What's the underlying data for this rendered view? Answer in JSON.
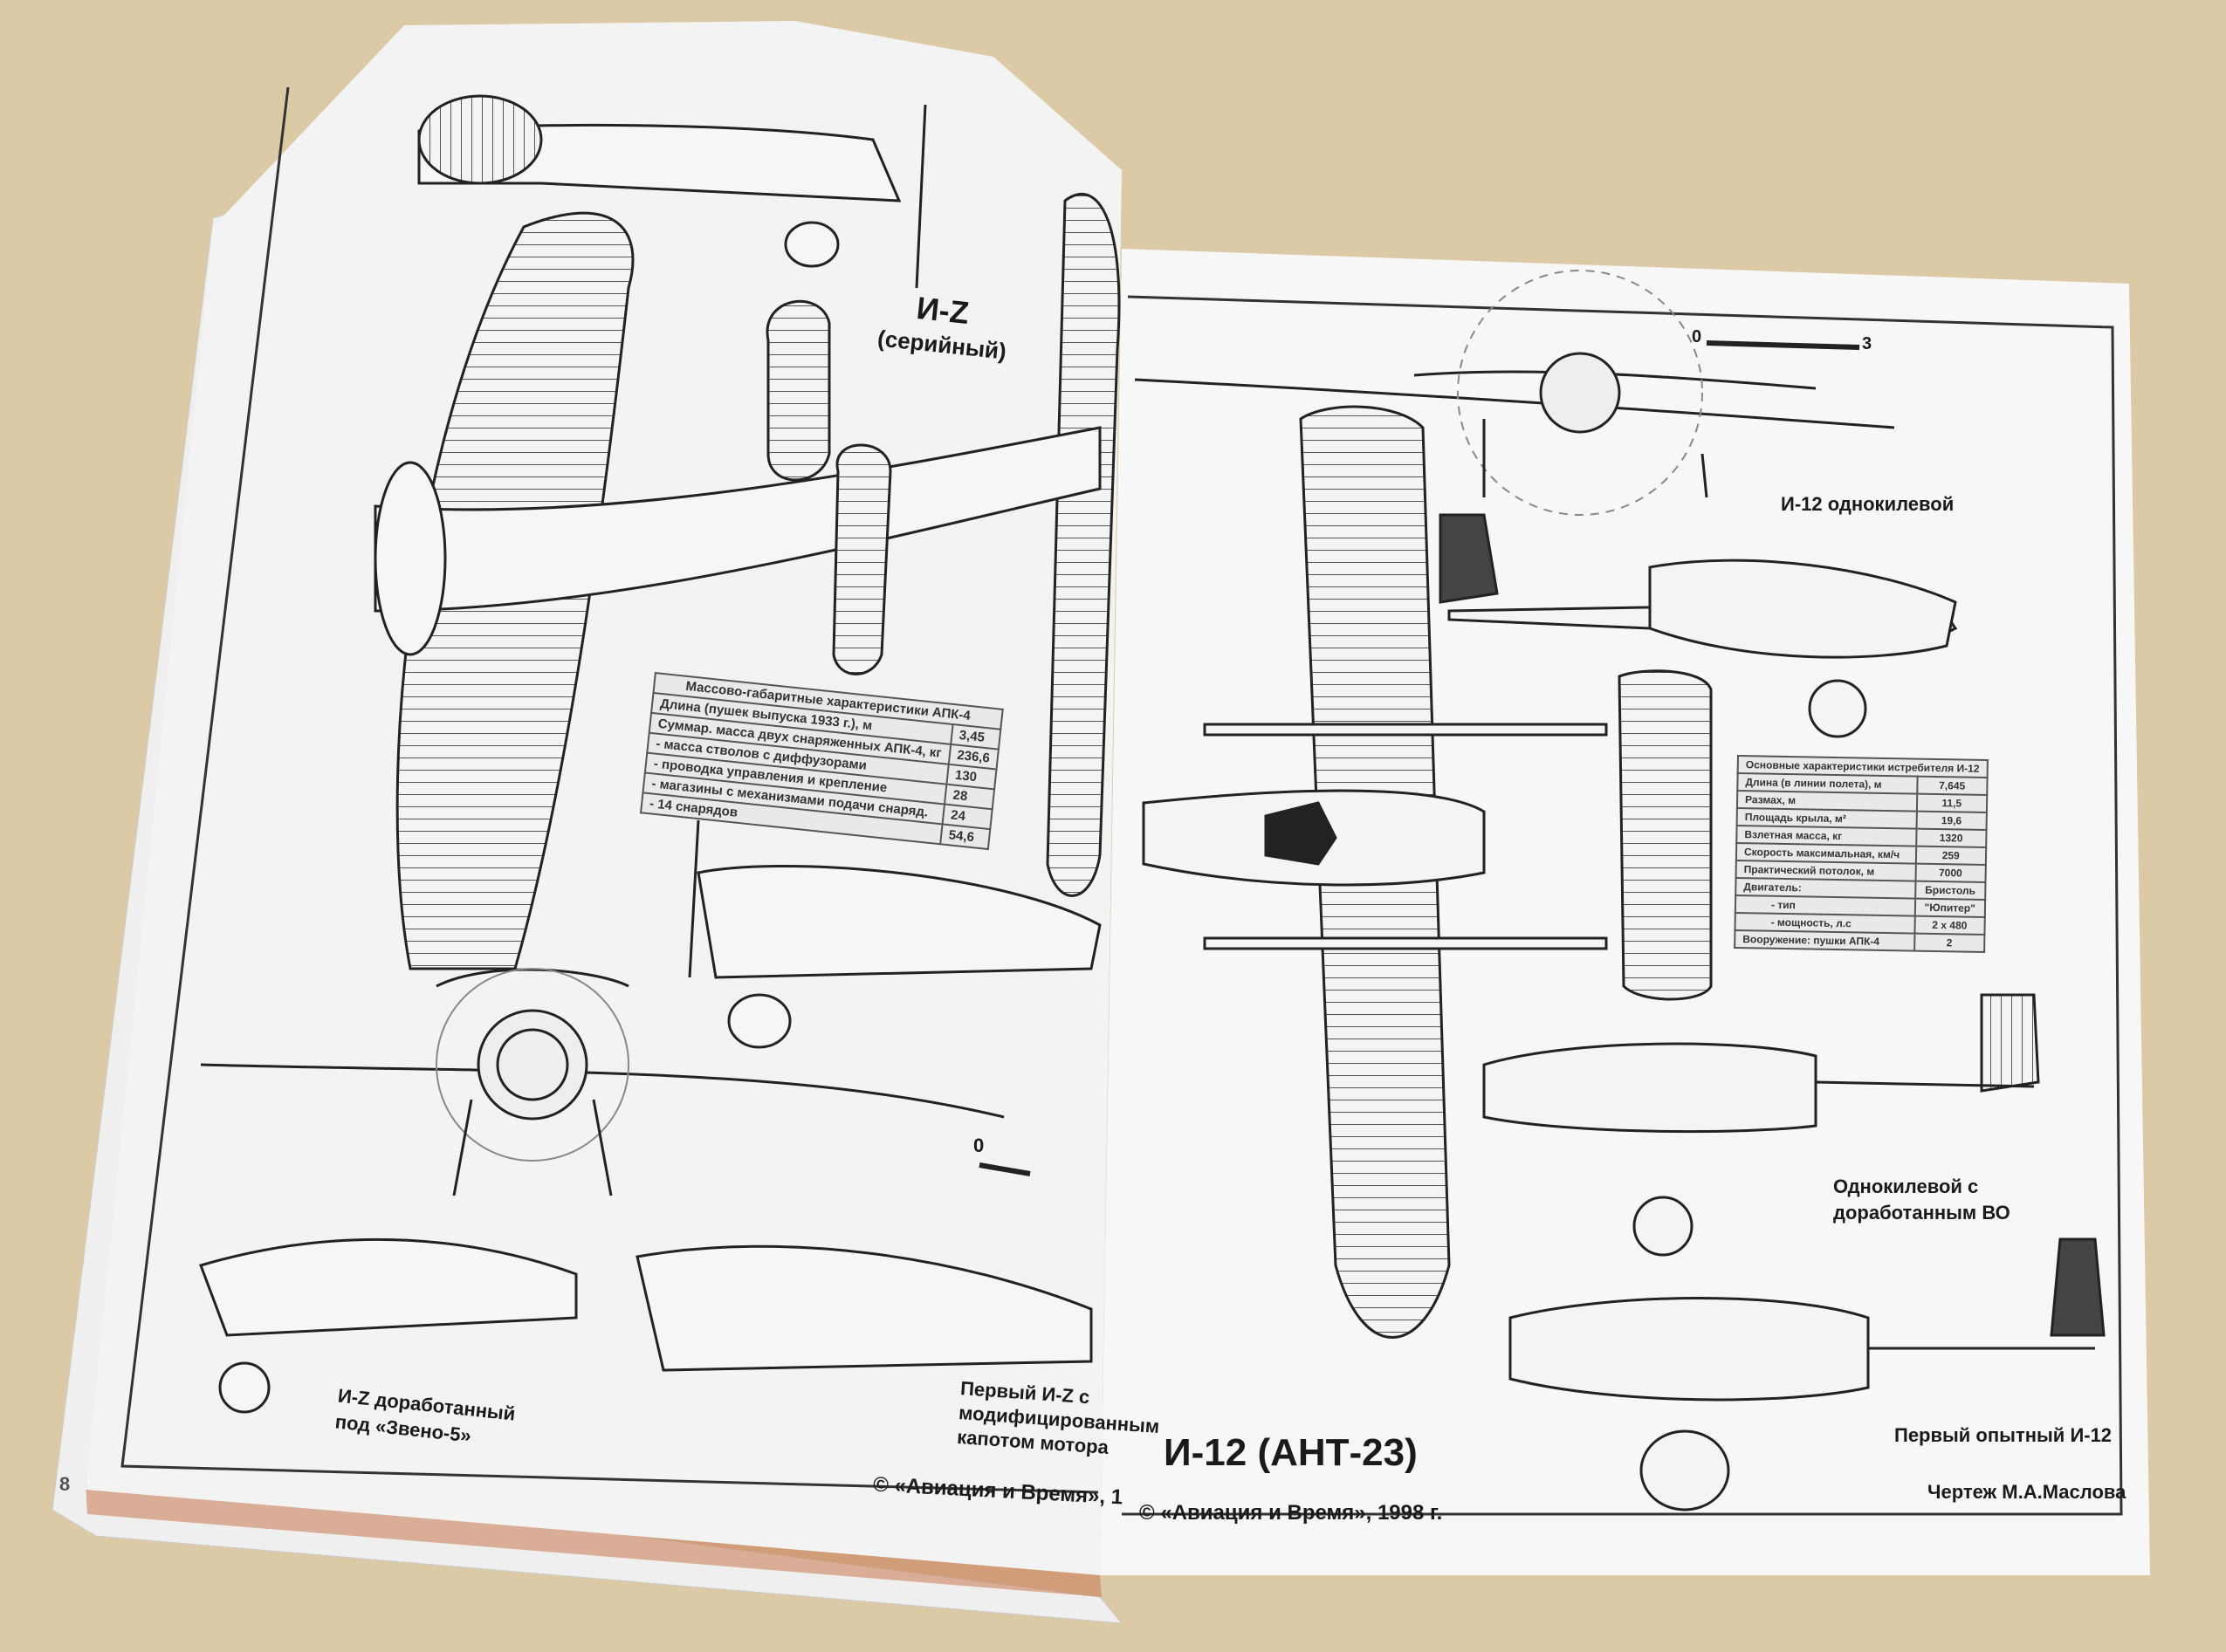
{
  "left_page": {
    "title": "И-Z",
    "subtitle": "(серийный)",
    "scale_zero": "0",
    "page_number": "8",
    "caption_modified": [
      "И-Z доработанный",
      "под «Звено-5»"
    ],
    "caption_first": [
      "Первый И-Z с",
      "модифицированным",
      "капотом мотора"
    ],
    "copyright": "© «Авиация и Время», 1",
    "table": {
      "title": "Массово-габаритные характеристики АПК-4",
      "rows": [
        {
          "label": "Длина (пушек выпуска 1933 г.), м",
          "value": "3,45"
        },
        {
          "label": "Суммар. масса двух снаряженных АПК-4, кг",
          "value": "236,6"
        },
        {
          "label": "- масса стволов с диффузорами",
          "value": "130"
        },
        {
          "label": "- проводка управления и крепление",
          "value": "28"
        },
        {
          "label": "- магазины с механизмами подачи снаряд.",
          "value": "24"
        },
        {
          "label": "- 14 снарядов",
          "value": "54,6"
        }
      ]
    }
  },
  "right_page": {
    "scale_zero": "0",
    "scale_three": "3",
    "caption_single_fin": "И-12 однокилевой",
    "caption_modified": [
      "Однокилевой с",
      "доработанным ВО"
    ],
    "caption_first": "Первый опытный И-12",
    "title": "И-12 (АНТ-23)",
    "copyright": "© «Авиация и Время», 1998 г.",
    "author": "Чертеж М.А.Маслова",
    "table": {
      "title": "Основные характеристики истребителя И-12",
      "rows": [
        {
          "label": "Длина (в линии полета), м",
          "value": "7,645"
        },
        {
          "label": "Размах, м",
          "value": "11,5"
        },
        {
          "label": "Площадь крыла, м²",
          "value": "19,6"
        },
        {
          "label": "Взлетная масса, кг",
          "value": "1320"
        },
        {
          "label": "Скорость максимальная, км/ч",
          "value": "259"
        },
        {
          "label": "Практический потолок, м",
          "value": "7000"
        },
        {
          "label": "Двигатель:",
          "value": "Бристоль"
        },
        {
          "label": "- тип",
          "value": "\"Юпитер\""
        },
        {
          "label": "- мощность, л.с",
          "value": "2 x 480"
        },
        {
          "label": "Вооружение: пушки АПК-4",
          "value": "2"
        }
      ]
    }
  }
}
